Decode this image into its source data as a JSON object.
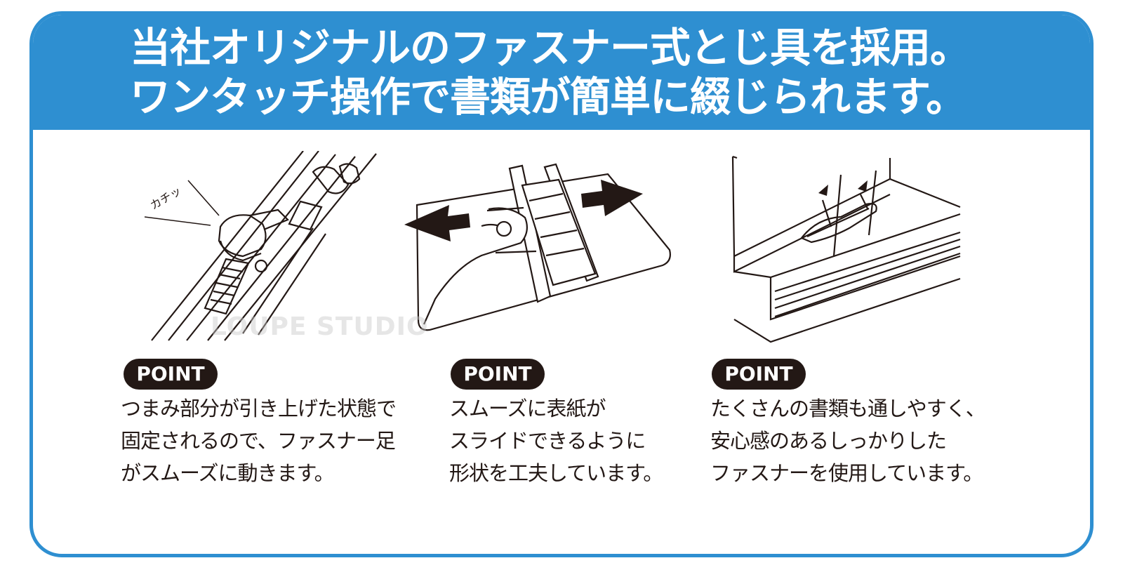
{
  "heading": {
    "line1": "当社オリジナルのファスナー式とじ具を採用。",
    "line2": "ワンタッチ操作で書類が簡単に綴じられます。"
  },
  "colors": {
    "accent": "#2e8fd1",
    "badge": "#231815",
    "text": "#231815"
  },
  "points": [
    {
      "badge": "POINT",
      "lines": [
        "つまみ部分が引き上げた状態で",
        "固定されるので、ファスナー足",
        "がスムーズに動きます。"
      ]
    },
    {
      "badge": "POINT",
      "lines": [
        "スムーズに表紙が",
        "スライドできるように",
        "形状を工夫しています。"
      ]
    },
    {
      "badge": "POINT",
      "lines": [
        "たくさんの書類も通しやすく、",
        "安心感のあるしっかりした",
        "ファスナーを使用しています。"
      ]
    }
  ],
  "illustrations": {
    "click_label": "カチッ"
  },
  "watermark": "LOUPE STUDIO"
}
